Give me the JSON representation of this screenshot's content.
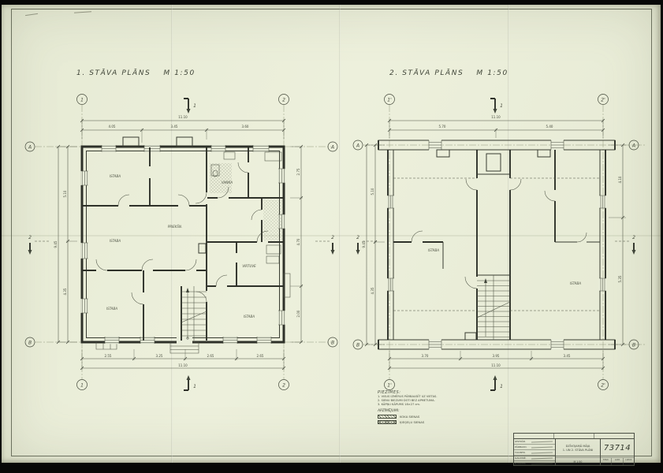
{
  "sheet": {
    "bg_color": "#e9edda",
    "ink_color": "#3f4437"
  },
  "plans": {
    "left": {
      "title": "1. STĀVA PLĀNS",
      "scale": "M 1:50",
      "axes": {
        "c1": "1",
        "c2": "2",
        "r1": "A",
        "r2": "B",
        "sec_v": "1",
        "sec_h": "2"
      },
      "rooms": [
        "ISTABA",
        "ISTABA",
        "VANNA",
        "VIRTUVE",
        "PRIEKŠN.",
        "ISTABA",
        "ISTABA"
      ],
      "dims": {
        "top": [
          "4.05",
          "3.45",
          "3.60"
        ],
        "top_total": "11.10",
        "bottom": [
          "2.55",
          "3.25",
          "2.65",
          "2.65"
        ],
        "bottom_total": "11.10",
        "left": [
          "5.10",
          "4.35"
        ],
        "left_total": "9.45",
        "right": [
          "2.75",
          "4.70",
          "2.00"
        ]
      }
    },
    "right": {
      "title": "2. STĀVA PLĀNS",
      "scale": "M 1:50",
      "axes": {
        "c1": "1'",
        "c2": "2'",
        "r1": "A",
        "r2": "B",
        "sec_v": "1",
        "sec_h": "2"
      },
      "rooms": [
        "ISTABA",
        "ISTABA"
      ],
      "dims": {
        "top": [
          "5.70",
          "5.40"
        ],
        "top_total": "11.10",
        "bottom": [
          "3.70",
          "3.95",
          "3.45"
        ],
        "bottom_total": "11.10",
        "left": [
          "5.10",
          "4.35"
        ],
        "left_total": "9.45",
        "right": [
          "4.10",
          "5.35"
        ]
      }
    }
  },
  "notes": {
    "title": "PIEZĪMES:",
    "lines": [
      "1. VISUS IZMĒRUS PĀRBAUDĪT UZ VIETAS.",
      "2. SIENU BIEZUMI DOTI BEZ APMETUMA.",
      "3. KĀPŅU KĀPUMS 18×27 cm."
    ],
    "legend_title": "APZĪMĒJUMI:",
    "legend": [
      {
        "label": "KOKA SIENAS"
      },
      {
        "label": "ĶIEĢEĻU SIENAS"
      }
    ]
  },
  "title_block": {
    "doc_number": "73714",
    "sign_rows": [
      "IZSTRĀD.",
      "PĀRBAUD.",
      "T.KONTR.",
      "GALV.INŽ.",
      "N.KONTR."
    ],
    "project": [
      "DZĪVOJAMĀ MĀJA",
      "1. UN 2. STĀVA PLĀNI"
    ],
    "scale_label": "M 1:50",
    "cells": {
      "stage": "STAD.",
      "sheet": "LAPA",
      "sheets": "LAPAS"
    }
  }
}
